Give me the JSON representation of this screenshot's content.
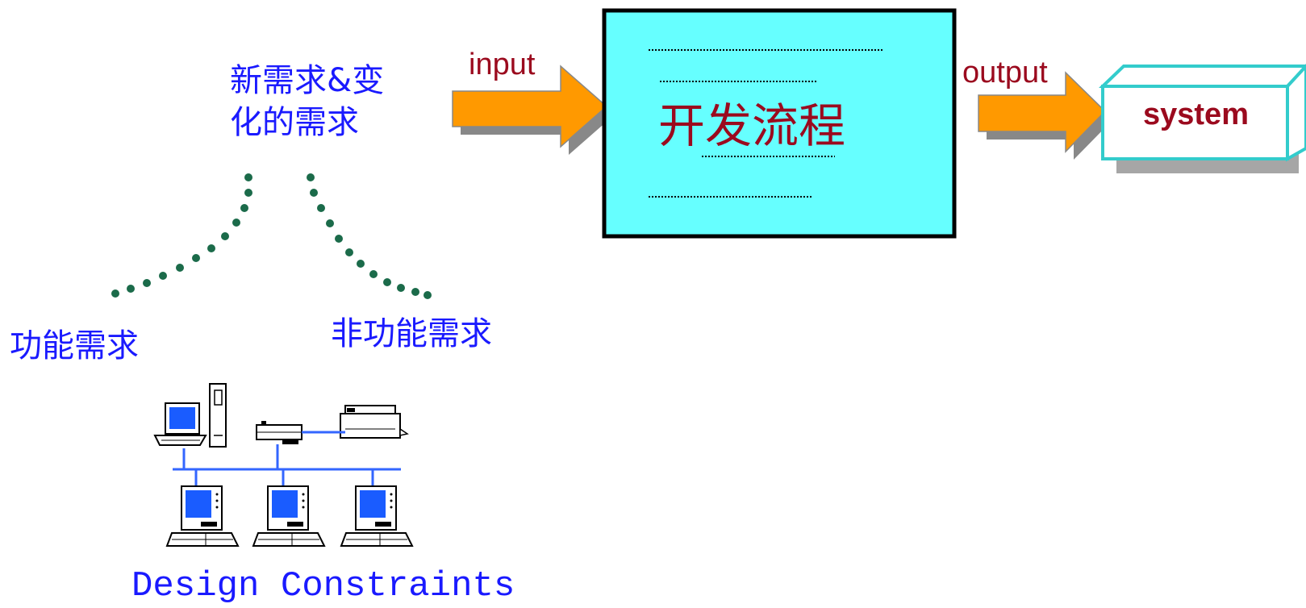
{
  "new_requirements": {
    "line1": "新需求&变",
    "line2": "化的需求"
  },
  "functional_requirements": "功能需求",
  "non_functional_requirements": "非功能需求",
  "design_constraints": "Design Constraints",
  "input_label": "input",
  "output_label": "output",
  "process_label": "开发流程",
  "system_label": "system",
  "colors": {
    "chinese_text": "#1a1aff",
    "arrow_labels": "#9b0a1e",
    "arrow_fill": "#ff9900",
    "process_box_fill": "#66ffff",
    "system_box_border": "#33cccc",
    "dot_color": "#1b6b4a",
    "network_blue": "#3366ff"
  },
  "icons": [
    "computer-icon",
    "hub-icon",
    "printer-icon",
    "terminal-icon"
  ]
}
